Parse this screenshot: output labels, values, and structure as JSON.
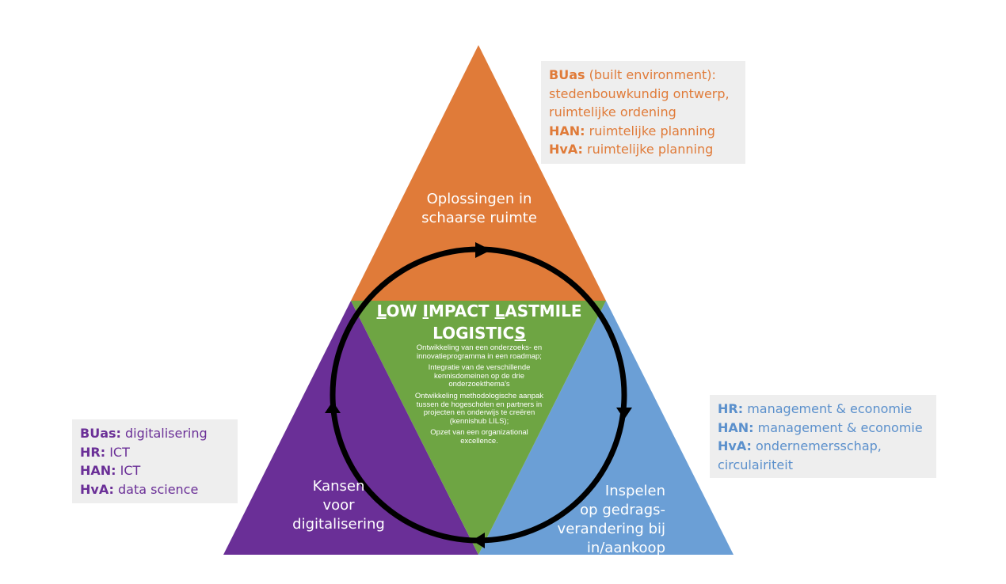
{
  "colors": {
    "orange": "#e07b39",
    "purple": "#6a2f97",
    "blue": "#6b9fd6",
    "green": "#6ea543",
    "ring": "#000000",
    "box_bg": "#eeeeee"
  },
  "top_triangle": {
    "label_lines": [
      "Oplossingen in",
      "schaarse ruimte"
    ]
  },
  "left_triangle": {
    "label_lines": [
      "Kansen",
      "voor",
      "digitalisering"
    ]
  },
  "right_triangle": {
    "label_lines": [
      "Inspelen",
      "op gedrags-",
      "verandering bij",
      "in/aankoop"
    ]
  },
  "center": {
    "title_line1": [
      "L",
      "OW ",
      "I",
      "MPACT ",
      "L",
      "ASTMILE"
    ],
    "title_line2": [
      "LOGISTIC",
      "S"
    ],
    "items": [
      "Ontwikkeling van een onderzoeks- en innovatieprogramma in een roadmap;",
      "Integratie van de verschillende kennisdomeinen op de drie onderzoekthema's",
      "Ontwikkeling methodologische aanpak tussen de hogescholen en partners in projecten en onderwijs te creëren (kennishub LILS);",
      "Opzet van een organizational excellence."
    ]
  },
  "box_top": {
    "lines": [
      {
        "key": "BUas",
        "text": " (built environment):"
      },
      {
        "key": "",
        "text": "stedenbouwkundig ontwerp,"
      },
      {
        "key": "",
        "text": "ruimtelijke ordening"
      },
      {
        "key": "HAN:",
        "text": " ruimtelijke planning"
      },
      {
        "key": "HvA:",
        "text": " ruimtelijke planning"
      }
    ]
  },
  "box_left": {
    "lines": [
      {
        "key": "BUas:",
        "text": " digitalisering"
      },
      {
        "key": "HR:",
        "text": " ICT"
      },
      {
        "key": "HAN:",
        "text": " ICT"
      },
      {
        "key": "HvA:",
        "text": " data science"
      }
    ]
  },
  "box_right": {
    "lines": [
      {
        "key": "HR:",
        "text": " management & economie"
      },
      {
        "key": "HAN:",
        "text": " management & economie"
      },
      {
        "key": "HvA:",
        "text": " ondernemersschap,"
      },
      {
        "key": "",
        "text": "circulairiteit"
      }
    ]
  }
}
